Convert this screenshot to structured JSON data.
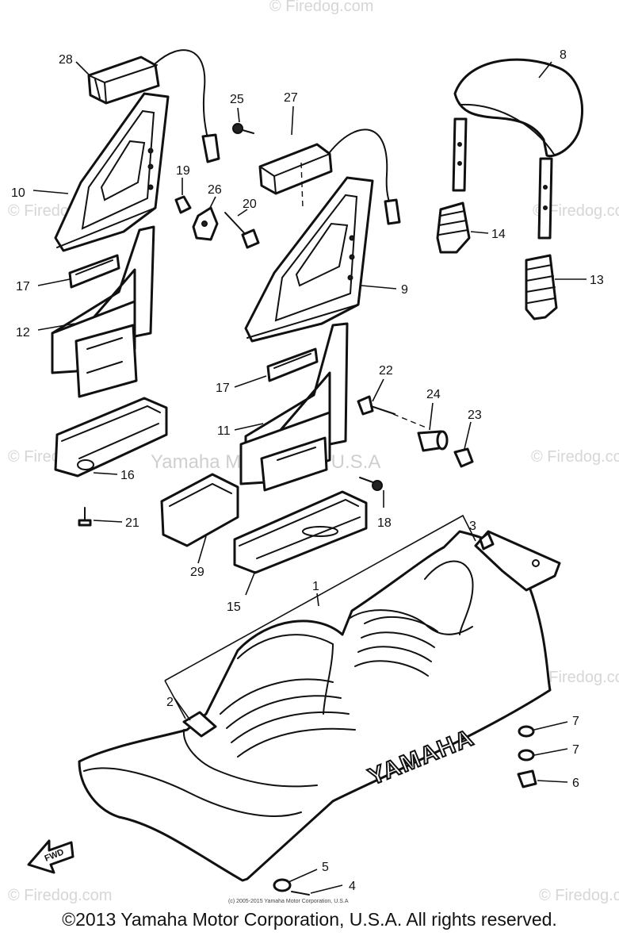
{
  "callouts": {
    "c1": "1",
    "c2": "2",
    "c3": "3",
    "c4": "4",
    "c5": "5",
    "c6": "6",
    "c7a": "7",
    "c7b": "7",
    "c8": "8",
    "c9": "9",
    "c10": "10",
    "c11": "11",
    "c12": "12",
    "c13": "13",
    "c14": "14",
    "c15": "15",
    "c16": "16",
    "c17a": "17",
    "c17b": "17",
    "c18": "18",
    "c19": "19",
    "c20": "20",
    "c21": "21",
    "c22": "22",
    "c23": "23",
    "c24": "24",
    "c25": "25",
    "c26": "26",
    "c27": "27",
    "c28": "28",
    "c29": "29"
  },
  "seat_brand": "YAMAHA",
  "fwd_label": "FWD",
  "watermarks": {
    "w1": "© Firedog.com",
    "w2": "© Firedog.com",
    "w3": "© Firedog.com",
    "w4": "© Firedog.com",
    "w5": "© Firedog.com",
    "w6": "© Firedog.com",
    "w7": "© Firedog.com",
    "w8": "© Firedog.com",
    "center": "Yamaha Motor Corp, U.S.A"
  },
  "small_credit": "(c) 2005-2015 Yamaha Motor Corporation, U.S.A",
  "copyright": "©2013 Yamaha Motor Corporation, U.S.A. All rights reserved."
}
